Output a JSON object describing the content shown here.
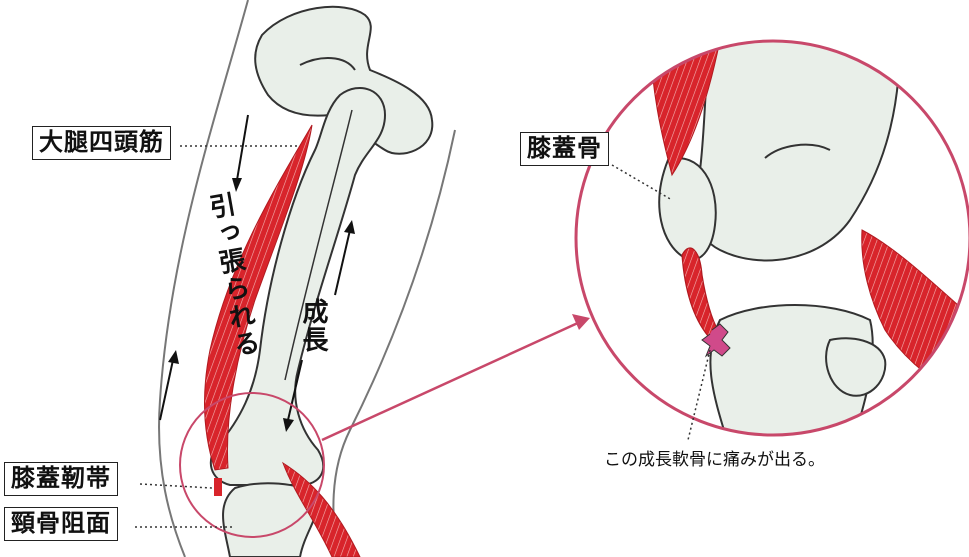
{
  "labels": {
    "quadriceps": "大腿四頭筋",
    "patella": "膝蓋骨",
    "patellar_ligament": "膝蓋靭帯",
    "tibial_surface": "頸骨阻面"
  },
  "arrows_text": {
    "pulled": "引っ張られる",
    "growth": "成長"
  },
  "caption": "この成長軟骨に痛みが出る。",
  "colors": {
    "muscle": "#d8242b",
    "muscle_light": "#f0a0a0",
    "bone_fill": "#e9efe9",
    "bone_stroke": "#333333",
    "accent_pink": "#c8486a",
    "cartilage": "#d04a8a"
  }
}
